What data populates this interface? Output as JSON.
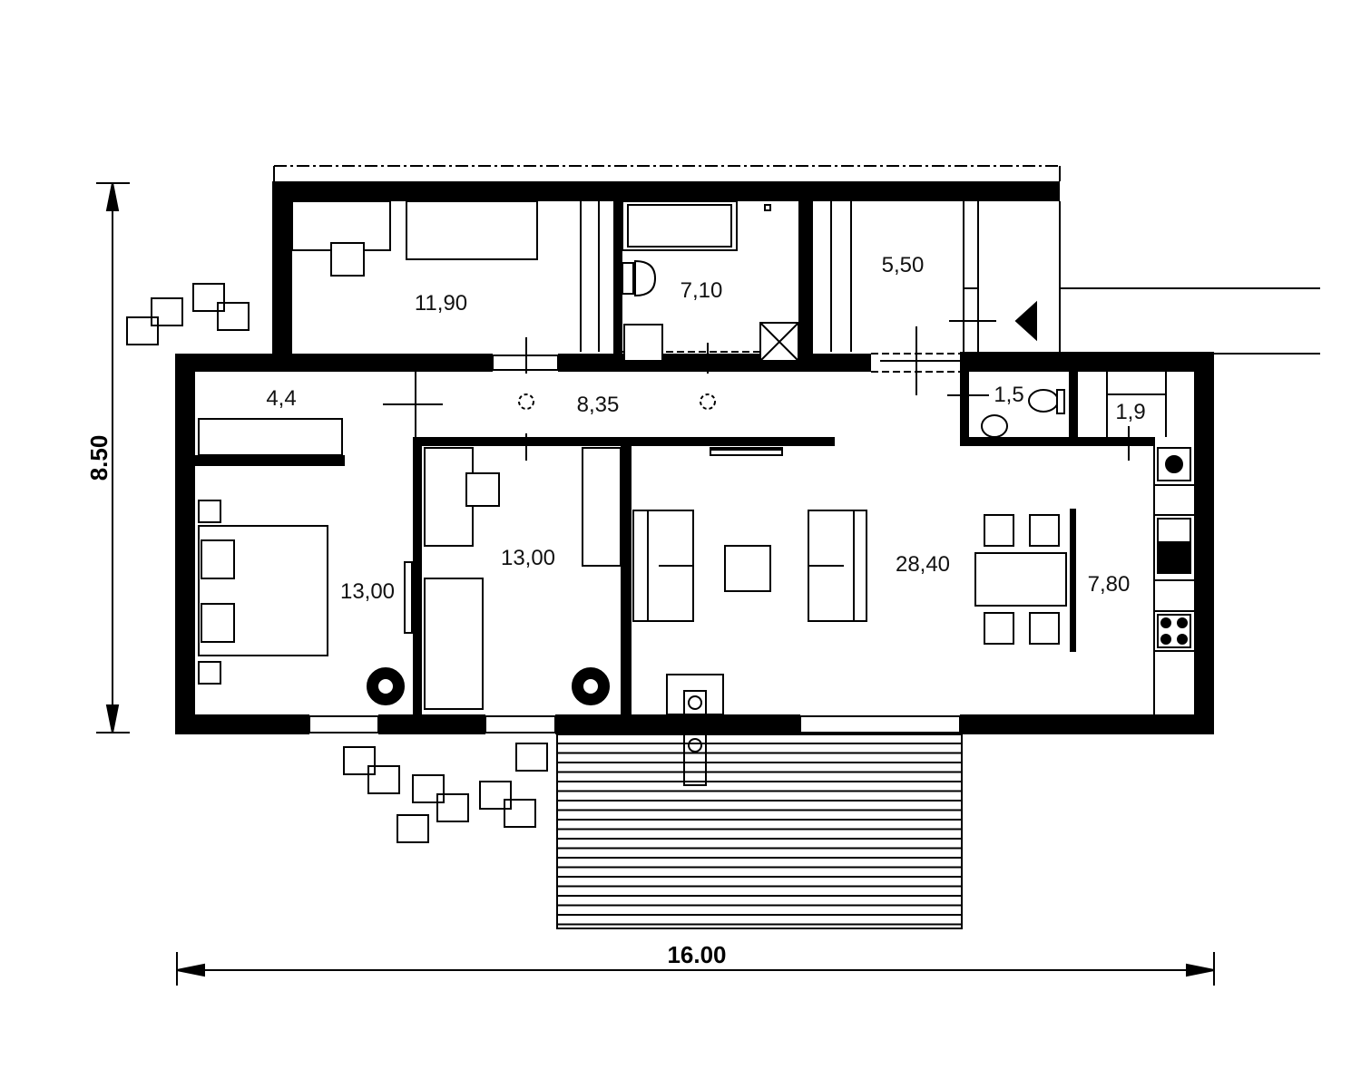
{
  "plan": {
    "dimensions": {
      "width": "16.00",
      "height": "8.50"
    },
    "rooms": {
      "bedroom_top": "11,90",
      "bathroom": "7,10",
      "utility": "5,50",
      "hall": "8,35",
      "wardrobe": "4,4",
      "bedroom_master": "13,00",
      "bedroom_second": "13,00",
      "living": "28,40",
      "kitchen": "7,80",
      "wc": "1,5",
      "pantry": "1,9"
    },
    "colors": {
      "line": "#000000",
      "background": "#ffffff"
    }
  }
}
